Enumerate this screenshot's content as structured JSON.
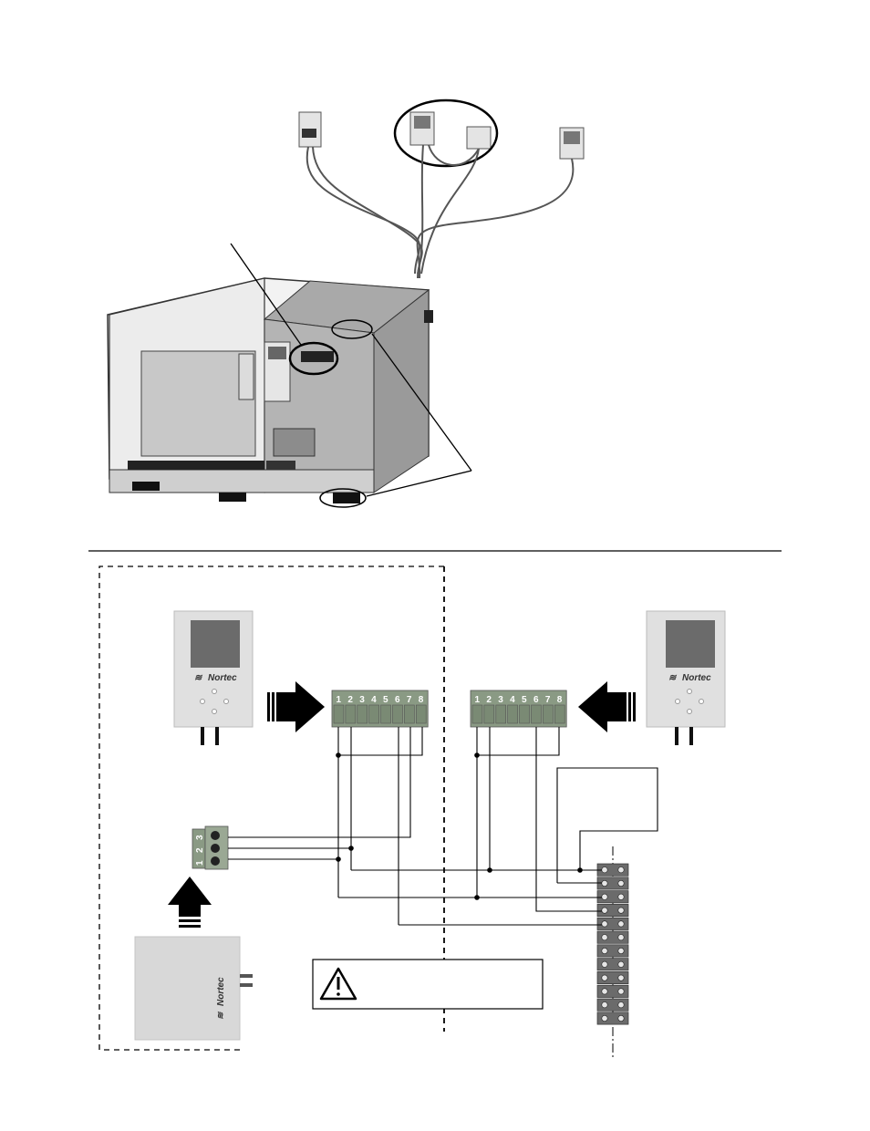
{
  "colors": {
    "line": "#000000",
    "device_body": "#dcdcdc",
    "device_screen": "#6b6b6b",
    "terminal_green": "#8a9a84",
    "humidifier_body": "#bdbdbd",
    "humidifier_panel": "#9a9a9a"
  },
  "icons": [
    "warning-icon",
    "arrow-right-icon",
    "arrow-left-icon",
    "arrow-up-icon"
  ],
  "left_panel": {
    "brand": "Nortec",
    "terminal_numbers": [
      "1",
      "2",
      "3",
      "4",
      "5",
      "6",
      "7",
      "8"
    ]
  },
  "right_panel": {
    "brand": "Nortec",
    "terminal_numbers": [
      "1",
      "2",
      "3",
      "4",
      "5",
      "6",
      "7",
      "8"
    ]
  },
  "sensor": {
    "brand": "Nortec",
    "terminal_numbers": [
      "3",
      "2",
      "1"
    ]
  }
}
